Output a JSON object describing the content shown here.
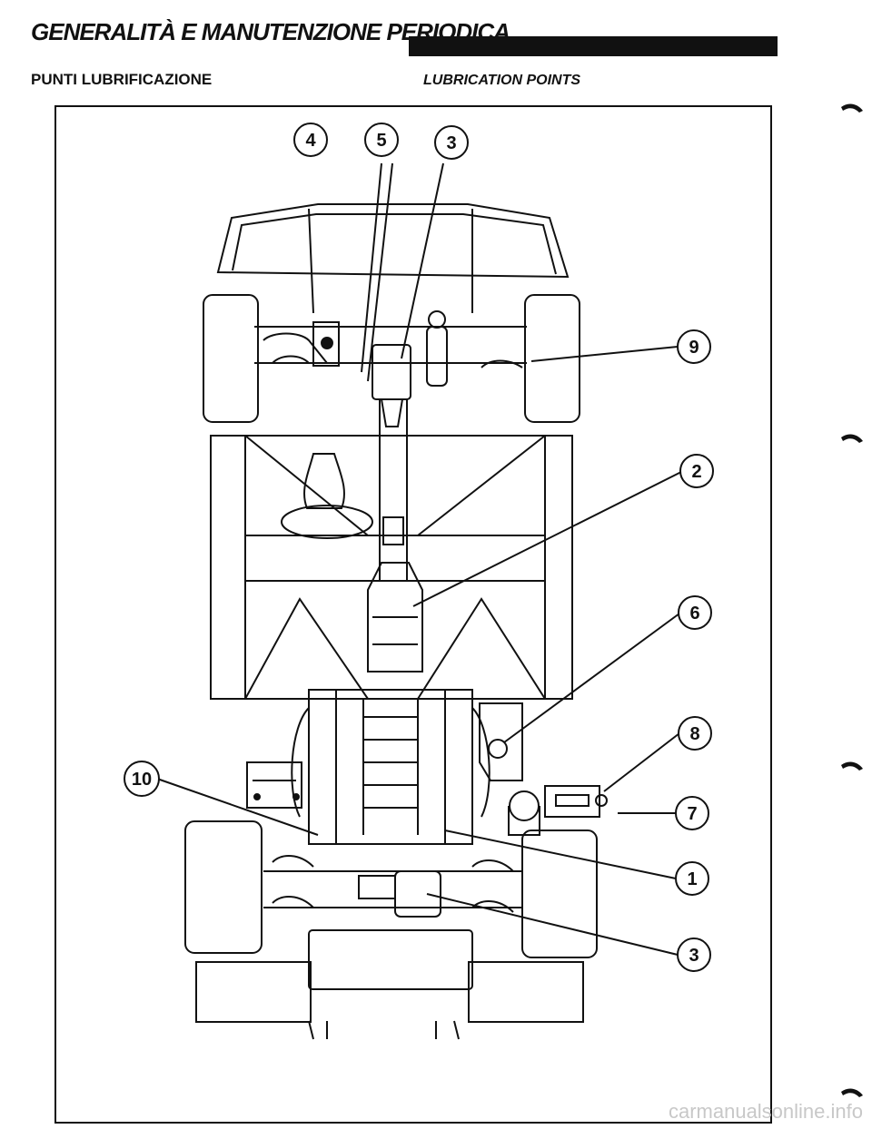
{
  "header": {
    "section_title": "GENERALITÀ E MANUTENZIONE PERIODICA",
    "subtitle_it": "PUNTI LUBRIFICAZIONE",
    "subtitle_en": "LUBRICATION POINTS"
  },
  "callouts": {
    "c4": "4",
    "c5": "5",
    "c3_top": "3",
    "c9": "9",
    "c2": "2",
    "c6": "6",
    "c8": "8",
    "c10": "10",
    "c7": "7",
    "c1": "1",
    "c3_bottom": "3"
  },
  "footer": {
    "watermark": "carmanualsonline.info"
  }
}
